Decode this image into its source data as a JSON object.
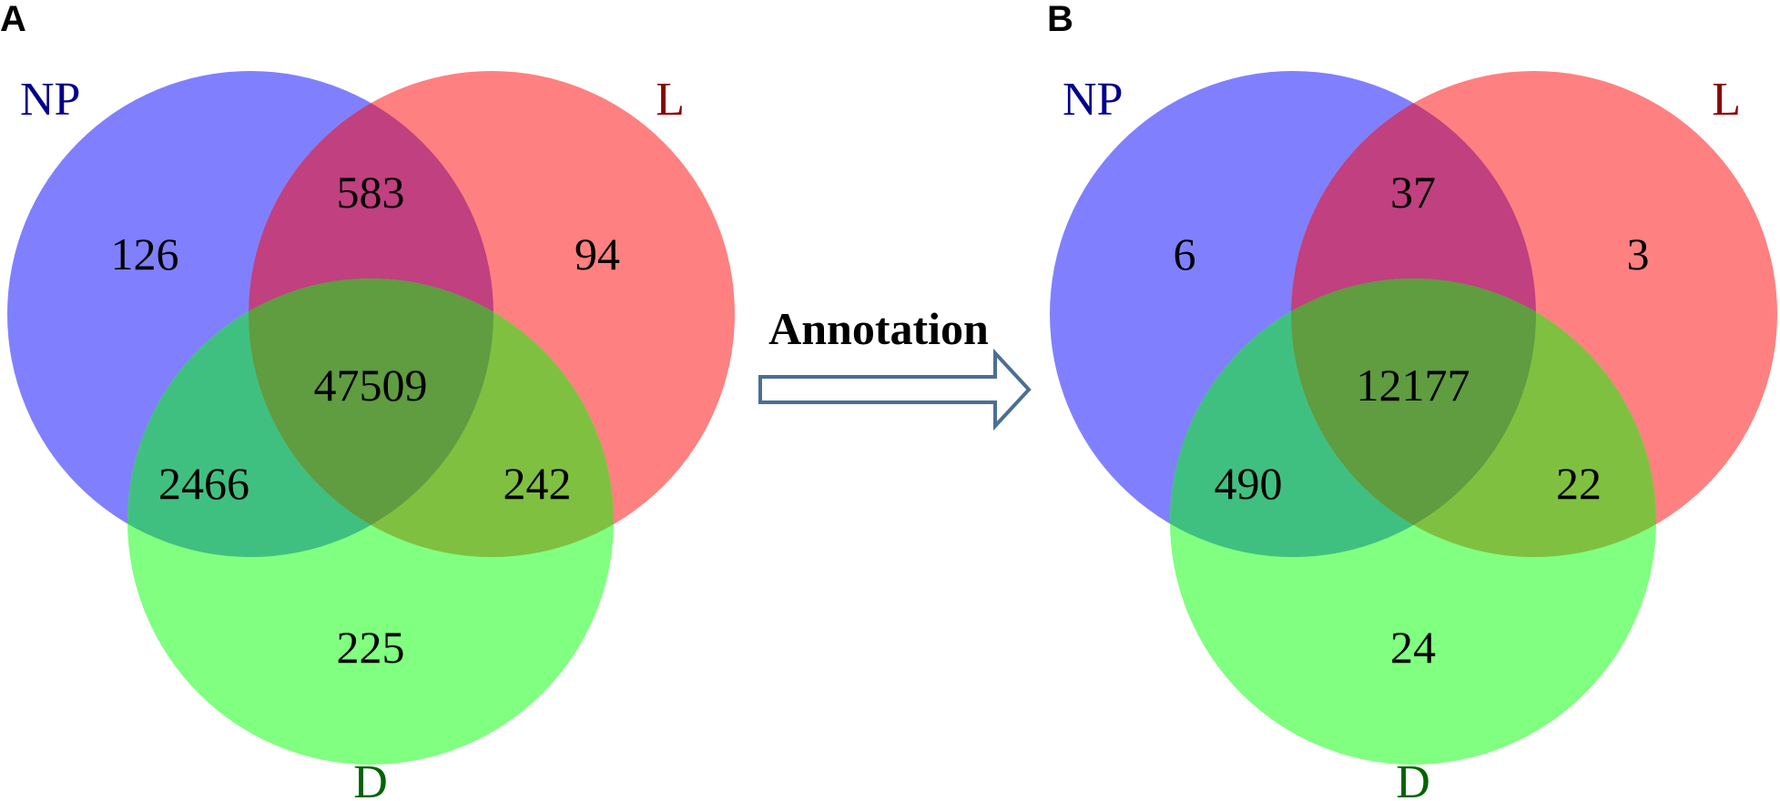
{
  "colors": {
    "np": "#8080ff",
    "l": "#ff8080",
    "d": "#80ff80",
    "np_l": "#c04080",
    "np_d": "#40c080",
    "l_d": "#80c040",
    "all": "#609c40",
    "np_label": "#00008b",
    "l_label": "#8b0000",
    "d_label": "#006400",
    "arrow": "#4a6f94"
  },
  "arrow": {
    "label": "Annotation"
  },
  "panels": [
    {
      "panel_label": "A",
      "sets": {
        "np": "NP",
        "l": "L",
        "d": "D"
      },
      "regions": {
        "np_only": "126",
        "l_only": "94",
        "d_only": "225",
        "np_l": "583",
        "np_d": "2466",
        "l_d": "242",
        "all": "47509"
      }
    },
    {
      "panel_label": "B",
      "sets": {
        "np": "NP",
        "l": "L",
        "d": "D"
      },
      "regions": {
        "np_only": "6",
        "l_only": "3",
        "d_only": "24",
        "np_l": "37",
        "np_d": "490",
        "l_d": "22",
        "all": "12177"
      }
    }
  ]
}
